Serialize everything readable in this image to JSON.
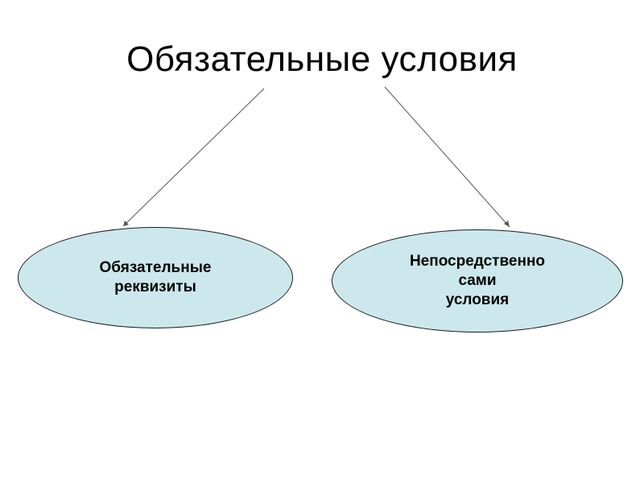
{
  "title": "Обязательные условия",
  "nodes": {
    "left": {
      "lines": [
        "Обязательные",
        "реквизиты"
      ]
    },
    "right": {
      "lines": [
        "Непосредственно",
        "сами",
        "условия"
      ]
    }
  },
  "colors": {
    "node_fill": "#cce8ec",
    "node_border": "#1a1a1a",
    "connector": "#555555",
    "text": "#000000"
  }
}
